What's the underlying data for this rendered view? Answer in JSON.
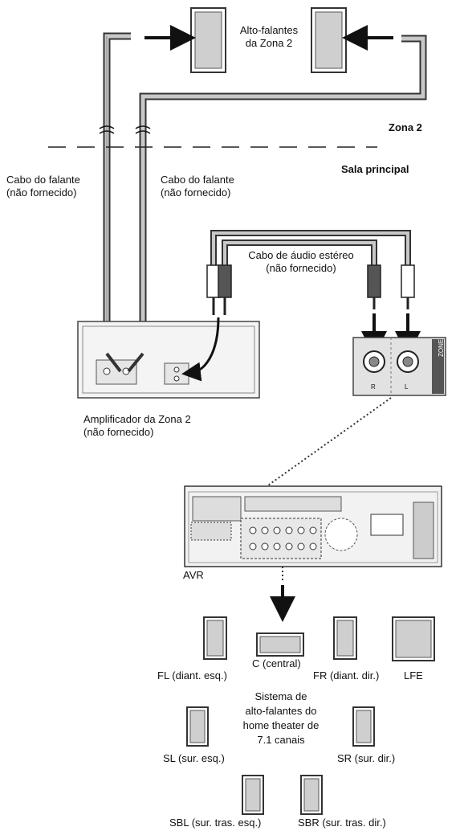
{
  "labels": {
    "zone2_speakers_line1": "Alto-falantes",
    "zone2_speakers_line2": "da Zona 2",
    "zone2": "Zona 2",
    "main_room": "Sala principal",
    "speaker_cable_left_line1": "Cabo do falante",
    "speaker_cable_left_line2": "(não fornecido)",
    "speaker_cable_right_line1": "Cabo do falante",
    "speaker_cable_right_line2": "(não fornecido)",
    "stereo_cable_line1": "Cabo de áudio estéreo",
    "stereo_cable_line2": "(não fornecido)",
    "amp_line1": "Amplificador da Zona 2",
    "amp_line2": "(não fornecido)",
    "avr": "AVR",
    "zone2_jack": "ZONE 2",
    "jack_r": "R",
    "jack_l": "L"
  },
  "speakers": {
    "fl": "FL (diant. esq.)",
    "c": "C (central)",
    "fr": "FR (diant. dir.)",
    "lfe": "LFE",
    "system_line1": "Sistema de",
    "system_line2": "alto-falantes do",
    "system_line3": "home theater de",
    "system_line4": "7.1 canais",
    "sl": "SL (sur. esq.)",
    "sr": "SR (sur. dir.)",
    "sbl": "SBL (sur. tras. esq.)",
    "sbr": "SBR (sur. tras. dir.)"
  }
}
